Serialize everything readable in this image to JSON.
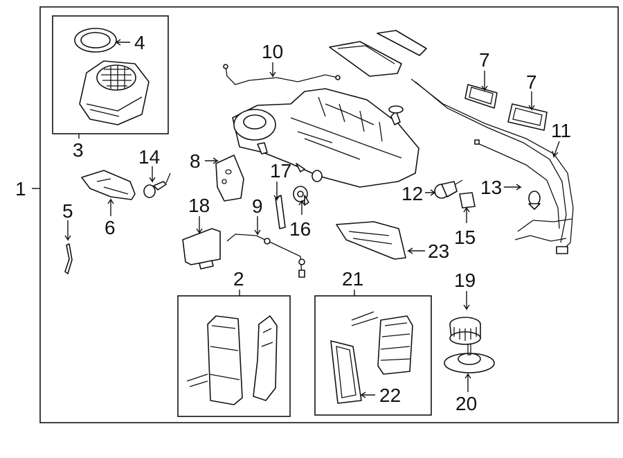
{
  "diagram": {
    "callouts": [
      {
        "id": "1",
        "text": "1"
      },
      {
        "id": "2",
        "text": "2"
      },
      {
        "id": "3",
        "text": "3"
      },
      {
        "id": "4",
        "text": "4"
      },
      {
        "id": "5",
        "text": "5"
      },
      {
        "id": "6",
        "text": "6"
      },
      {
        "id": "7a",
        "text": "7"
      },
      {
        "id": "7b",
        "text": "7"
      },
      {
        "id": "8",
        "text": "8"
      },
      {
        "id": "9",
        "text": "9"
      },
      {
        "id": "10",
        "text": "10"
      },
      {
        "id": "11",
        "text": "11"
      },
      {
        "id": "12",
        "text": "12"
      },
      {
        "id": "13",
        "text": "13"
      },
      {
        "id": "14",
        "text": "14"
      },
      {
        "id": "15",
        "text": "15"
      },
      {
        "id": "16",
        "text": "16"
      },
      {
        "id": "17",
        "text": "17"
      },
      {
        "id": "18",
        "text": "18"
      },
      {
        "id": "19",
        "text": "19"
      },
      {
        "id": "20",
        "text": "20"
      },
      {
        "id": "21",
        "text": "21"
      },
      {
        "id": "22",
        "text": "22"
      },
      {
        "id": "23",
        "text": "23"
      }
    ]
  }
}
